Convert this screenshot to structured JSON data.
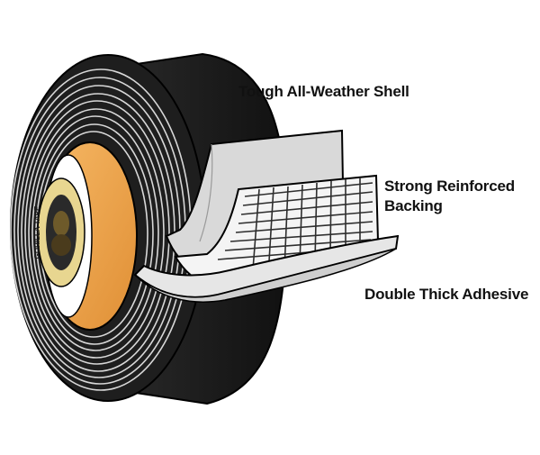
{
  "labels": {
    "shell": "Tough All-Weather Shell",
    "backing_line1": "Strong Reinforced",
    "backing_line2": "Backing",
    "adhesive": "Double Thick Adhesive"
  },
  "core_logo": {
    "brand_text": "GORILLA TAPE"
  },
  "colors": {
    "tape_black": "#1e1e1e",
    "core_orange": "#f0a04b",
    "shell_gray": "#d9d9d9",
    "adhesive_gray": "#e6e6e6",
    "mesh_dark": "#3a3a3a",
    "outline": "#000000",
    "background": "#ffffff"
  }
}
